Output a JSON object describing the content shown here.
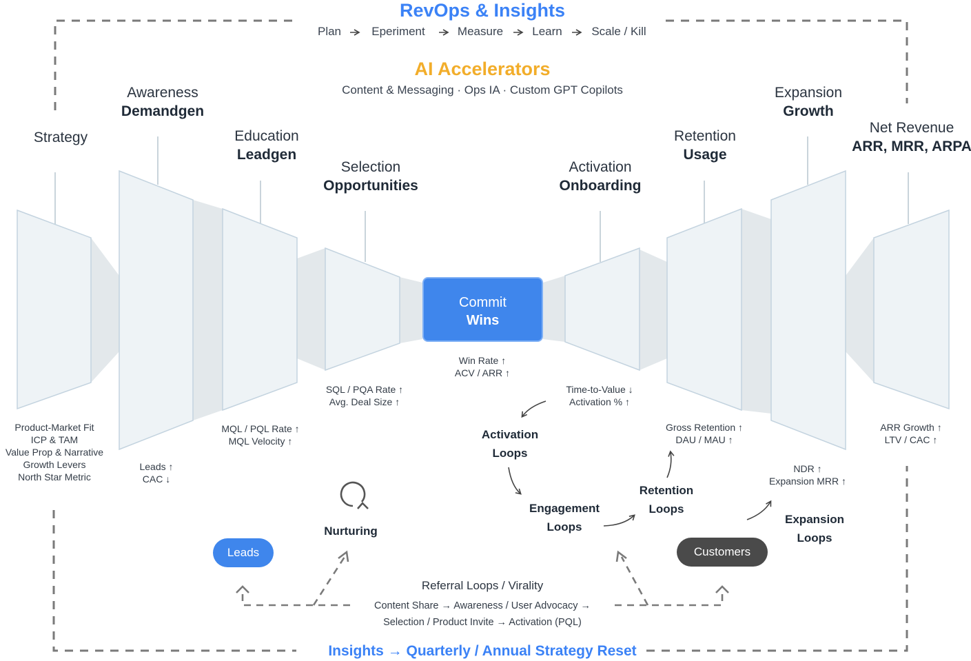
{
  "header": {
    "title": "RevOps & Insights",
    "steps": [
      "Plan",
      "Eperiment",
      "Measure",
      "Learn",
      "Scale / Kill"
    ],
    "arrow": "→",
    "accel_title": "AI Accelerators",
    "accel_items": "Content & Messaging · Ops IA · Custom GPT Copilots"
  },
  "stages": [
    {
      "title": "Strategy",
      "subtitle": "",
      "metrics": [
        "Product-Market Fit",
        "ICP & TAM",
        "Value Prop & Narrative",
        "Growth Levers",
        "North Star Metric"
      ]
    },
    {
      "title": "Awareness",
      "subtitle": "Demandgen",
      "metrics": [
        "Leads ↑",
        "CAC ↓"
      ]
    },
    {
      "title": "Education",
      "subtitle": "Leadgen",
      "metrics": [
        "MQL / PQL Rate ↑",
        "MQL Velocity ↑"
      ]
    },
    {
      "title": "Selection",
      "subtitle": "Opportunities",
      "metrics": [
        "SQL / PQA Rate ↑",
        "Avg. Deal Size ↑"
      ]
    },
    {
      "title": "Activation",
      "subtitle": "Onboarding",
      "metrics": [
        "Time-to-Value ↓",
        "Activation % ↑"
      ]
    },
    {
      "title": "Retention",
      "subtitle": "Usage",
      "metrics": [
        "Gross Retention ↑",
        "DAU / MAU ↑"
      ]
    },
    {
      "title": "Expansion",
      "subtitle": "Growth",
      "metrics": [
        "NDR ↑",
        "Expansion MRR ↑"
      ]
    },
    {
      "title": "Net Revenue",
      "subtitle": "ARR, MRR, ARPA",
      "metrics": [
        "ARR Growth ↑",
        "LTV / CAC ↑"
      ]
    }
  ],
  "commit": {
    "title": "Commit",
    "subtitle": "Wins",
    "metrics": [
      "Win Rate ↑",
      "ACV / ARR ↑"
    ]
  },
  "loops": {
    "activation": [
      "Activation",
      "Loops"
    ],
    "engagement": [
      "Engagement",
      "Loops"
    ],
    "retention": [
      "Retention",
      "Loops"
    ],
    "expansion": [
      "Expansion",
      "Loops"
    ],
    "nurturing": "Nurturing"
  },
  "pills": {
    "leads": "Leads",
    "customers": "Customers"
  },
  "referral": {
    "title": "Referral Loops / Virality",
    "line1": "Content Share → Awareness / User Advocacy →",
    "line2": "Selection / Product Invite → Activation (PQL)"
  },
  "footer": "Insights → Quarterly / Annual Strategy Reset",
  "colors": {
    "blue": "#3b82f6",
    "orange": "#f2ad2a",
    "panel": "#eef3f6",
    "panel_stroke": "#c7d6e2",
    "dark_pill": "#4a4a4a",
    "dash": "#7a7a7a"
  }
}
